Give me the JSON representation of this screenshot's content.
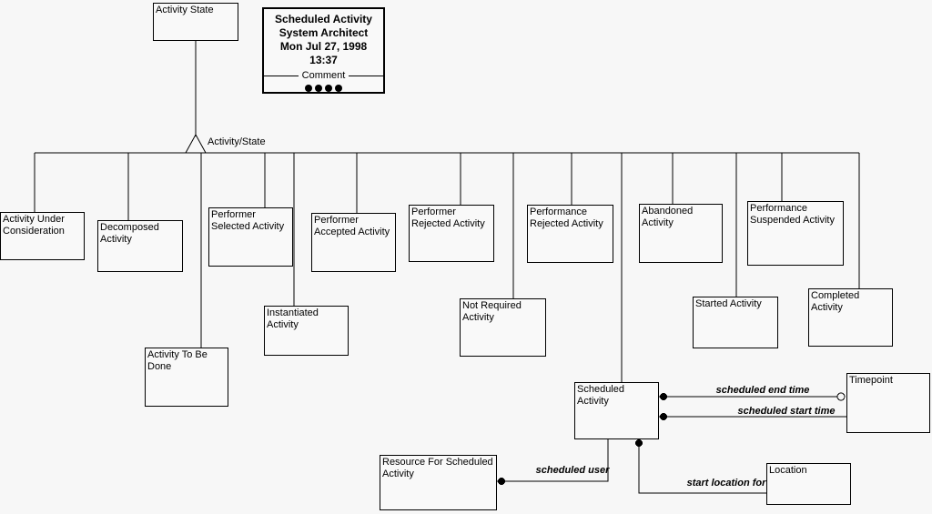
{
  "title_block": {
    "model_name": "Scheduled Activity",
    "tool_name": "System Architect",
    "date": "Mon Jul 27, 1998",
    "time": "13:37",
    "comment_label": "Comment",
    "comment_dots": 4
  },
  "branch": {
    "label": "Activity/State"
  },
  "nodes": {
    "activity_state": {
      "label": "Activity State"
    },
    "activity_under_consideration": {
      "label": "Activity Under Consideration"
    },
    "decomposed_activity": {
      "label": "Decomposed Activity"
    },
    "activity_to_be_done": {
      "label": "Activity To Be Done"
    },
    "performer_selected_activity": {
      "label": "Performer Selected Activity"
    },
    "instantiated_activity": {
      "label": "Instantiated Activity"
    },
    "performer_accepted_activity": {
      "label": "Performer Accepted Activity"
    },
    "performer_rejected_activity": {
      "label": "Performer Rejected Activity"
    },
    "not_required_activity": {
      "label": "Not Required Activity"
    },
    "performance_rejected_activity": {
      "label": "Performance Rejected Activity"
    },
    "scheduled_activity": {
      "label": "Scheduled Activity"
    },
    "abandoned_activity": {
      "label": "Abandoned Activity"
    },
    "started_activity": {
      "label": "Started Activity"
    },
    "performance_suspended_activity": {
      "label": "Performance Suspended Activity"
    },
    "completed_activity": {
      "label": "Completed Activity"
    },
    "timepoint": {
      "label": "Timepoint"
    },
    "location": {
      "label": "Location"
    },
    "resource_for_scheduled_activity": {
      "label": "Resource For Scheduled Activity"
    }
  },
  "relationships": {
    "scheduled_end_time": {
      "label": "scheduled end time"
    },
    "scheduled_start_time": {
      "label": "scheduled start time"
    },
    "scheduled_user": {
      "label": "scheduled user"
    },
    "start_location_for": {
      "label": "start location for"
    }
  },
  "colors": {
    "line": "#000000",
    "background": "#f7f7f7",
    "node_fill": "#f9f9f9"
  }
}
